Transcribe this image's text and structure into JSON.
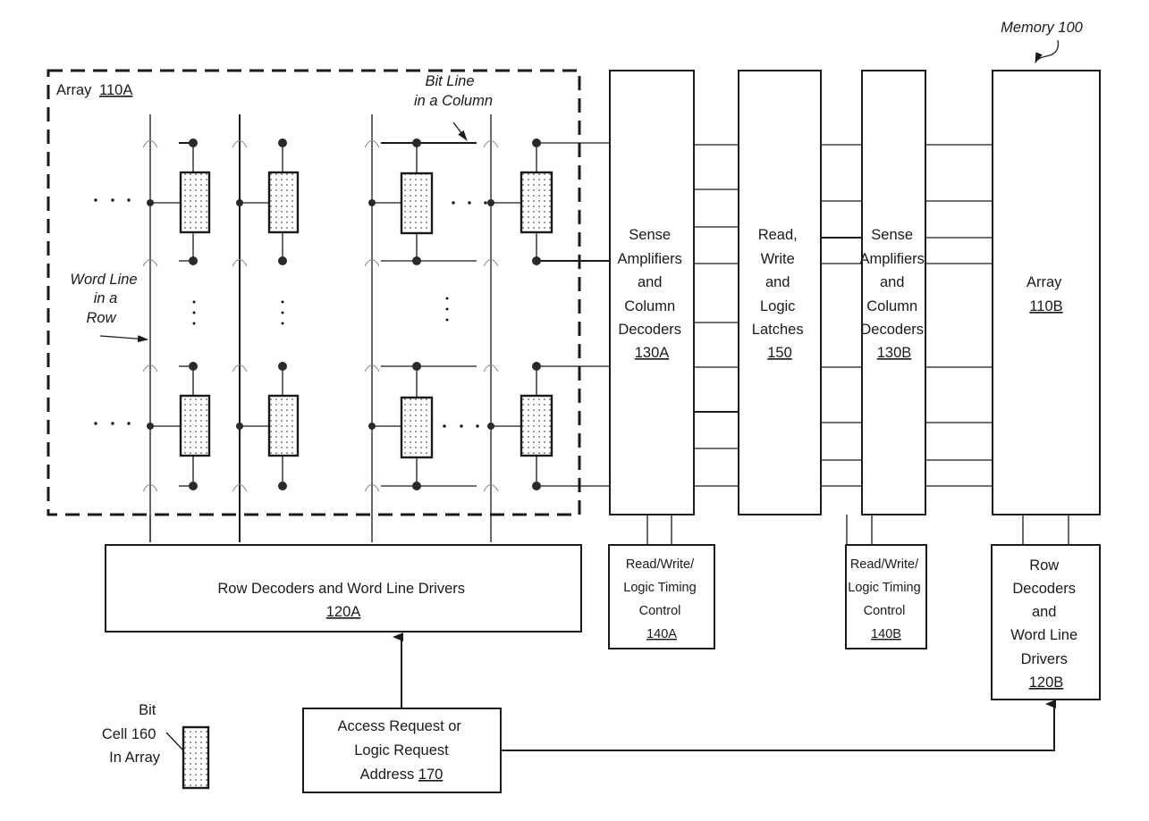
{
  "figure": {
    "memory_label": "Memory 100",
    "array_a": {
      "name": "Array",
      "ref": "110A"
    },
    "bit_line_annotation": [
      "Bit Line",
      "in a Column"
    ],
    "word_line_annotation": [
      "Word Line",
      "in a",
      "Row"
    ],
    "sense_amp_a": {
      "lines": [
        "Sense",
        "Amplifiers",
        "and",
        "Column",
        "Decoders"
      ],
      "ref": "130A"
    },
    "latches": {
      "lines": [
        "Read,",
        "Write",
        "and",
        "Logic",
        "Latches"
      ],
      "ref": "150"
    },
    "sense_amp_b": {
      "lines": [
        "Sense",
        "Amplifiers",
        "and",
        "Column",
        "Decoders"
      ],
      "ref": "130B"
    },
    "array_b": {
      "lines": [
        "Array"
      ],
      "ref": "110B"
    },
    "row_decoder_a": {
      "lines": [
        "Row Decoders and Word Line Drivers"
      ],
      "ref": "120A"
    },
    "timing_a": {
      "lines": [
        "Read/Write/",
        "Logic Timing",
        "Control"
      ],
      "ref": "140A"
    },
    "timing_b": {
      "lines": [
        "Read/Write/",
        "Logic Timing",
        "Control"
      ],
      "ref": "140B"
    },
    "row_decoder_b": {
      "lines": [
        "Row",
        "Decoders",
        "and",
        "Word Line",
        "Drivers"
      ],
      "ref": "120B"
    },
    "access_request": {
      "lines": [
        "Access Request or",
        "Logic Request"
      ],
      "last_prefix": "Address ",
      "ref": "170"
    },
    "bit_cell_legend": [
      "Bit",
      "Cell 160",
      "In Array"
    ]
  }
}
